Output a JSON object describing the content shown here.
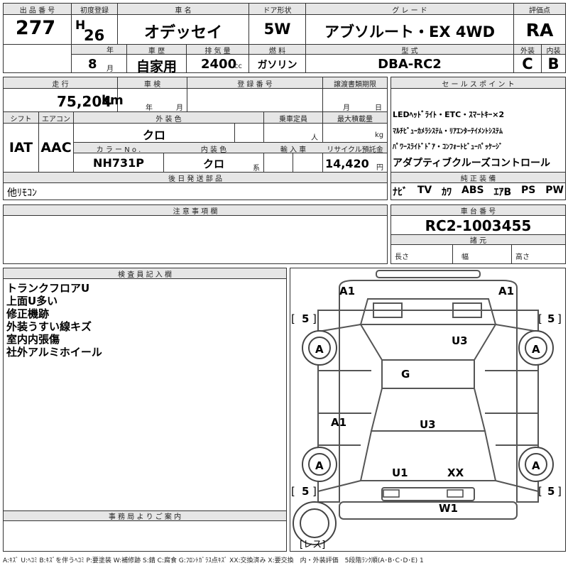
{
  "top": {
    "lot_no_label": "出 品 番 号",
    "lot_no": "277",
    "first_reg_label": "初度登録",
    "era": "H",
    "year": "26",
    "year_unit": "年",
    "month": "8",
    "month_unit": "月",
    "car_name_label": "車 名",
    "car_name": "オデッセイ",
    "doors_label": "ドア形状",
    "doors": "5W",
    "grade_label": "グ レ ー ド",
    "grade": "アブソルート・EX 4WD",
    "rating_label": "評価点",
    "rating": "RA",
    "history_label": "車 歴",
    "history": "自家用",
    "displacement_label": "排 気 量",
    "displacement": "2400",
    "displacement_unit": "cc",
    "fuel_label": "燃 料",
    "fuel": "ガソリン",
    "model_code_label": "型 式",
    "model_code": "DBA-RC2",
    "exterior_label": "外装",
    "exterior": "C",
    "interior_label": "内装",
    "interior": "B"
  },
  "row2": {
    "mileage_label": "走 行",
    "mileage": "75,204",
    "mileage_unit": "km",
    "inspection_label": "車 検",
    "insp_year_unit": "年",
    "insp_month_unit": "月",
    "reg_no_label": "登 録 番 号",
    "transfer_label": "譲渡書類期限",
    "transfer_month_unit": "月",
    "transfer_day_unit": "日",
    "shift_label": "シフト",
    "shift": "IAT",
    "ac_label": "エアコン",
    "ac": "AAC",
    "color_label": "外 装 色",
    "color": "クロ",
    "capacity_label": "乗車定員",
    "capacity_unit": "人",
    "max_load_label": "最大積載量",
    "max_load_unit": "kg",
    "color_no_label": "カ ラ ー N o .",
    "color_no": "NH731P",
    "int_color_label": "内 装 色",
    "int_color": "クロ",
    "int_color_unit": "系",
    "import_label": "輸 入 車",
    "recycle_label": "リサイクル預託金",
    "recycle": "14,420",
    "recycle_unit": "円"
  },
  "sales": {
    "label": "セ ー ル ス ポ イ ン ト",
    "lines": [
      "LEDﾍｯﾄﾞﾗｲﾄ・ETC・ｽﾏｰﾄｷｰ×2",
      "ﾏﾙﾁﾋﾞｭｰｶﾒﾗｼｽﾃﾑ・ﾘｱｴﾝﾀｰﾃｲﾒﾝﾄｼｽﾃﾑ",
      "ﾊﾟﾜｰｽﾗｲﾄﾞﾄﾞｱ・ｺﾝﾌｫｰﾄﾋﾞｭｰﾊﾟｯｹｰｼﾞ",
      "アダプティブクルーズコントロール"
    ]
  },
  "equipment": {
    "label": "純 正 装 備",
    "items": [
      "ﾅﾋﾞ",
      "TV",
      "ｶﾜ",
      "ABS",
      "ｴｱB",
      "PS",
      "PW"
    ]
  },
  "later_parts": {
    "label": "後 日 発 送 部 品",
    "value": "他ﾘﾓｺﾝ"
  },
  "notes": {
    "label": "注 意 事 項 欄"
  },
  "chassis": {
    "label": "車 台 番 号",
    "value": "RC2-1003455",
    "spec_label": "諸 元",
    "length_label": "長さ",
    "width_label": "幅",
    "height_label": "高さ"
  },
  "inspector": {
    "label": "検 査 員 記 入 欄",
    "lines": [
      "トランクフロアU",
      "上面U多い",
      "修正機跡",
      "外装うすい線キズ",
      "室内内張傷",
      "社外アルミホイール"
    ]
  },
  "office": {
    "label": "事 務 局 よ り ご 案 内"
  },
  "diagram": {
    "marks": {
      "a1_fl": "A1",
      "a1_fr": "A1",
      "a_front_left": "A",
      "a_front_right": "A",
      "u3_roof": "U3",
      "g_windshield": "G",
      "a1_side": "A1",
      "u3_mid": "U3",
      "a_rear_left": "A",
      "a_rear_right": "A",
      "u1": "U1",
      "xx": "XX",
      "w1": "W1"
    },
    "tire_tl": "5",
    "tire_tr": "5",
    "tire_bl": "5",
    "tire_br": "5",
    "bracket_open": "[",
    "bracket_close": "]",
    "spare": "[レス]"
  },
  "legend": "A:ｷｽﾞ U:ﾍｺﾐ B:ｷｽﾞを伴うﾍｺﾐ P:要塗装 W:補修跡 S:錆 C:腐食 G:ﾌﾛﾝﾄｶﾞﾗｽ点ｷｽﾞ XX:交換済み X:要交換　内・外装評価　5段階ﾗﾝｸ順(A･B･C･D･E) 1"
}
